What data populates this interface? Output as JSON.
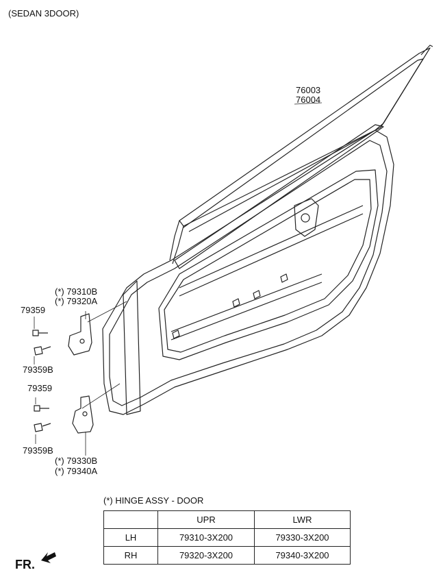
{
  "header": "(SEDAN 3DOOR)",
  "callouts": {
    "door_a": "76003",
    "door_b": "76004",
    "upr_hinge_a": "(*) 79310B",
    "upr_hinge_b": "(*) 79320A",
    "upr_bolt": "79359",
    "upr_bolt_b": "79359B",
    "lwr_bolt": "79359",
    "lwr_bolt_b": "79359B",
    "lwr_hinge_a": "(*) 79330B",
    "lwr_hinge_b": "(*) 79340A"
  },
  "table": {
    "title": "(*) HINGE ASSY - DOOR",
    "headers": [
      "",
      "UPR",
      "LWR"
    ],
    "rows": [
      [
        "LH",
        "79310-3X200",
        "79330-3X200"
      ],
      [
        "RH",
        "79320-3X200",
        "79340-3X200"
      ]
    ]
  },
  "footer": "FR."
}
